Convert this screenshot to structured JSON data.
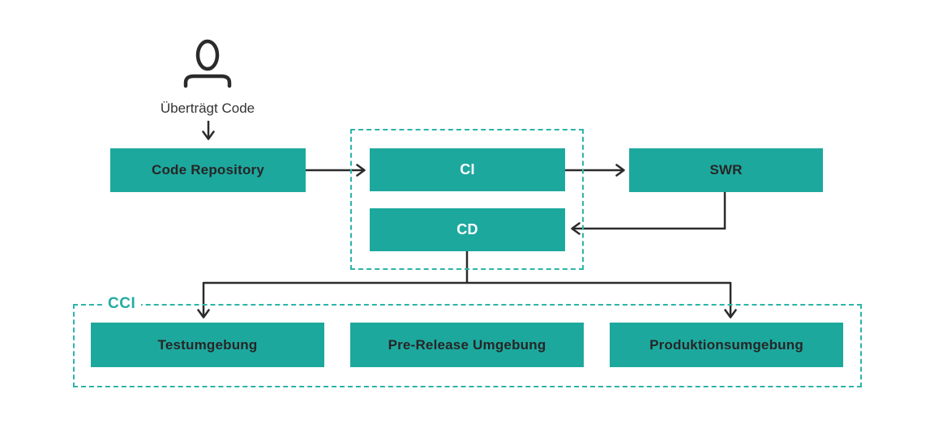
{
  "actor": {
    "icon": "person-icon",
    "action": "Überträgt Code"
  },
  "nodes": {
    "code_repository": "Code Repository",
    "ci": "CI",
    "cd": "CD",
    "swr": "SWR",
    "test": "Testumgebung",
    "pre_release": "Pre-Release Umgebung",
    "production": "Produktionsumgebung"
  },
  "groups": {
    "cci": "CCI"
  },
  "edges": [
    {
      "from": "developer",
      "to": "code_repository",
      "label": "Überträgt Code"
    },
    {
      "from": "code_repository",
      "to": "ci"
    },
    {
      "from": "ci",
      "to": "swr"
    },
    {
      "from": "swr",
      "to": "cd"
    },
    {
      "from": "cd",
      "to": "test"
    },
    {
      "from": "cd",
      "to": "production"
    }
  ],
  "colors": {
    "node_fill": "#1DA89E",
    "node_text_dark": "#262626",
    "node_text_light": "#FFFFFF",
    "dashed_border": "#2CB4AA",
    "group_label": "#23ACA2",
    "connector": "#2B2B2B",
    "background": "#FFFFFF"
  }
}
